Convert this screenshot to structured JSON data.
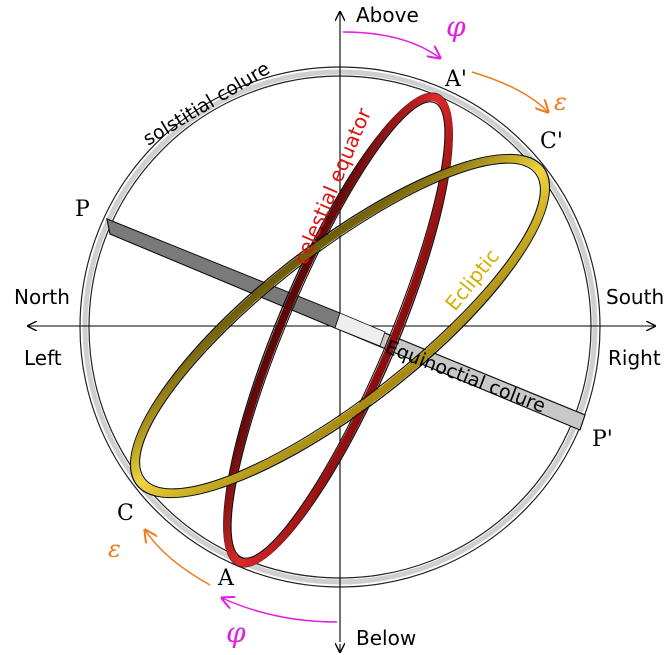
{
  "labels": {
    "above": "Above",
    "below": "Below",
    "north": "North",
    "south": "South",
    "left": "Left",
    "right": "Right",
    "solstitial_colure": "solstitial colure",
    "celestial_equator": "celestial equator",
    "ecliptic": "Ecliptic",
    "equinoctial_colure": "Equinoctial colure"
  },
  "points": {
    "P": "P",
    "P_prime": "P'",
    "A": "A",
    "A_prime": "A'",
    "C": "C",
    "C_prime": "C'"
  },
  "angles": {
    "phi": "φ",
    "epsilon": "ε"
  },
  "colors": {
    "equator_ring": "#d81c1c",
    "ecliptic_ring": "#e6c82a",
    "colure_band": "#9a9a9a",
    "phi_arrow": "#e020e0",
    "epsilon_arrow": "#f07a1a",
    "axes": "#000000",
    "outer_ring": "#c9c9c9"
  }
}
